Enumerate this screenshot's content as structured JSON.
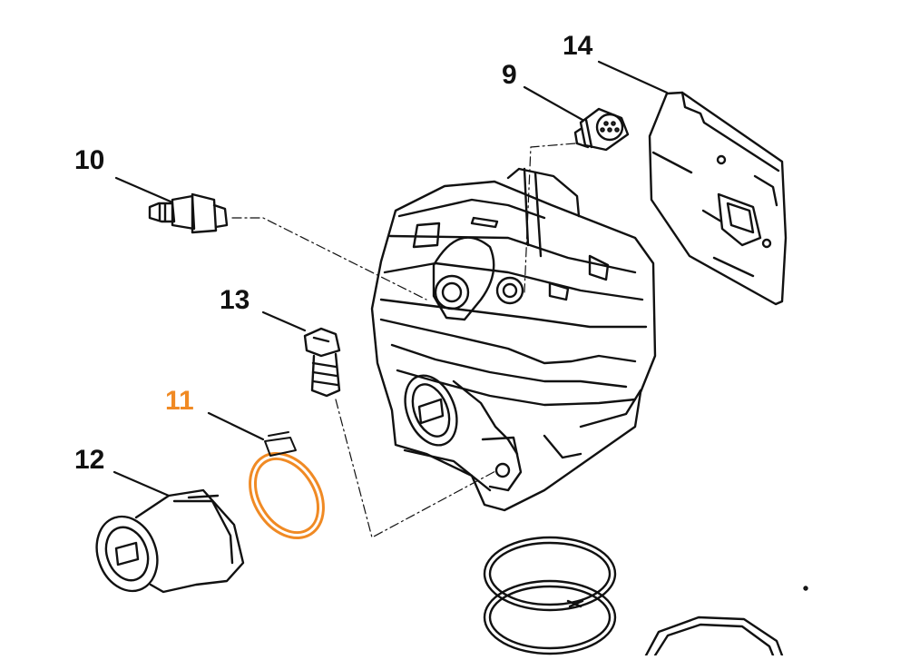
{
  "diagram": {
    "callouts": [
      {
        "id": "14",
        "label": "14",
        "highlighted": false
      },
      {
        "id": "9",
        "label": "9",
        "highlighted": false
      },
      {
        "id": "10",
        "label": "10",
        "highlighted": false
      },
      {
        "id": "13",
        "label": "13",
        "highlighted": false
      },
      {
        "id": "11",
        "label": "11",
        "highlighted": true
      },
      {
        "id": "12",
        "label": "12",
        "highlighted": false
      }
    ],
    "colors": {
      "line": "#111111",
      "highlight": "#f08a24",
      "background": "#ffffff"
    }
  }
}
